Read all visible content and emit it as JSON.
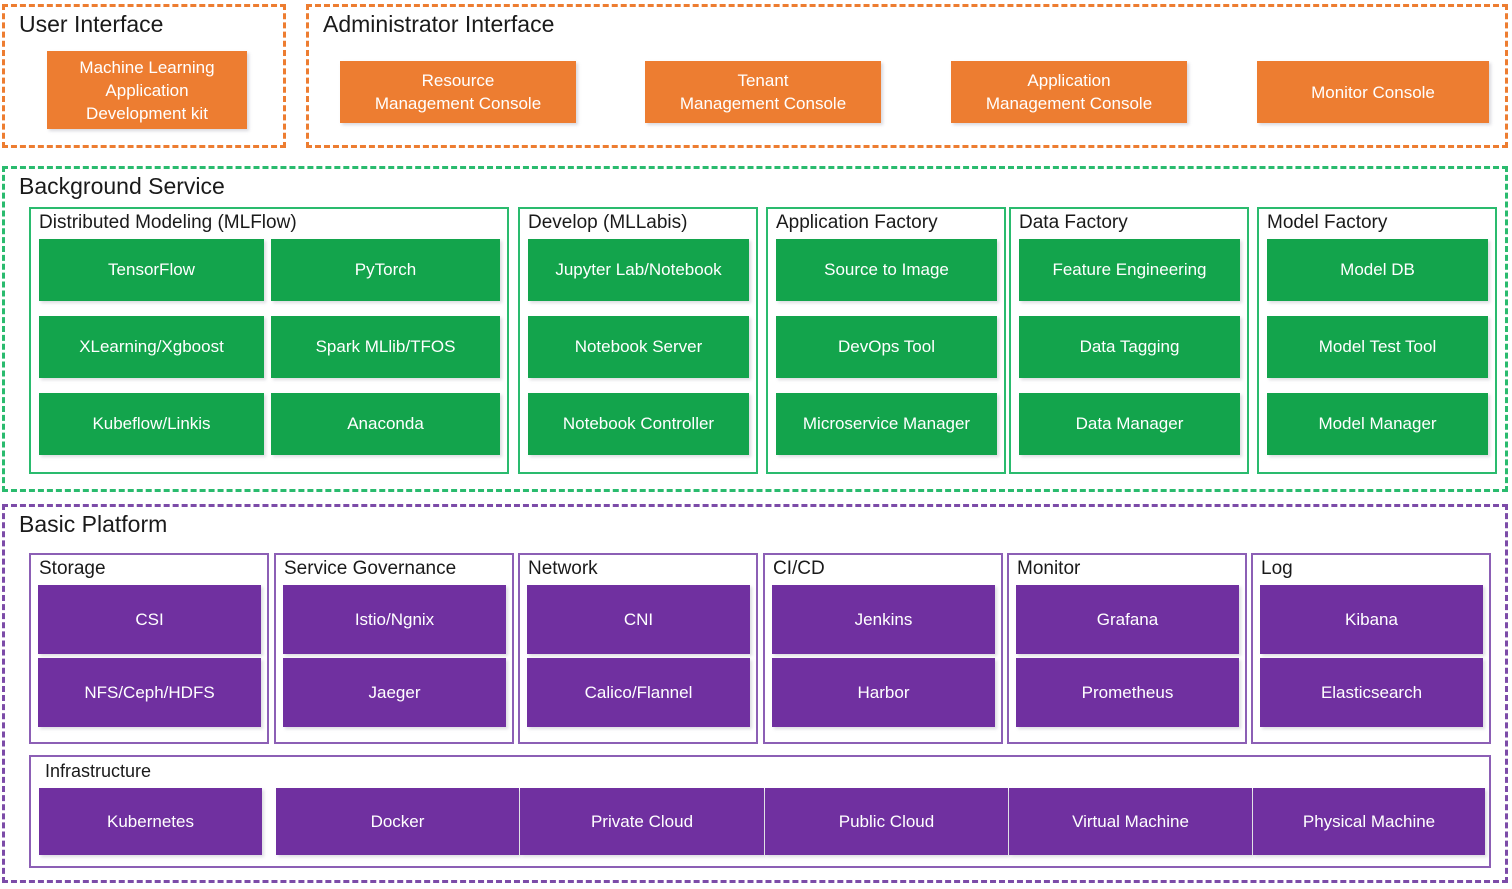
{
  "colors": {
    "orange": "#ED7D31",
    "green": "#13A44C",
    "green_border": "#2ABB6E",
    "purple": "#7030A0",
    "purple_border": "#8C5FB5",
    "text_dark": "#1a1a1a",
    "tile_text": "#ffffff",
    "background": "#ffffff"
  },
  "bands": {
    "user_interface": {
      "title": "User Interface",
      "tiles": [
        {
          "label": "Machine Learning\nApplication\nDevelopment kit"
        }
      ]
    },
    "administrator_interface": {
      "title": "Administrator Interface",
      "tiles": [
        {
          "label": "Resource\nManagement Console"
        },
        {
          "label": "Tenant\nManagement Console"
        },
        {
          "label": "Application\nManagement Console"
        },
        {
          "label": "Monitor Console"
        }
      ]
    },
    "background_service": {
      "title": "Background Service",
      "groups": [
        {
          "title": "Distributed Modeling (MLFlow)",
          "columns": 2,
          "tiles": [
            "TensorFlow",
            "PyTorch",
            "XLearning/Xgboost",
            "Spark MLlib/TFOS",
            "Kubeflow/Linkis",
            "Anaconda"
          ]
        },
        {
          "title": "Develop (MLLabis)",
          "columns": 1,
          "tiles": [
            "Jupyter Lab/Notebook",
            "Notebook Server",
            "Notebook Controller"
          ]
        },
        {
          "title": "Application Factory",
          "columns": 1,
          "tiles": [
            "Source to Image",
            "DevOps Tool",
            "Microservice Manager"
          ]
        },
        {
          "title": "Data Factory",
          "columns": 1,
          "tiles": [
            "Feature Engineering",
            "Data Tagging",
            "Data Manager"
          ]
        },
        {
          "title": "Model Factory",
          "columns": 1,
          "tiles": [
            "Model DB",
            "Model Test Tool",
            "Model Manager"
          ]
        }
      ]
    },
    "basic_platform": {
      "title": "Basic Platform",
      "groups": [
        {
          "title": "Storage",
          "tiles": [
            "CSI",
            "NFS/Ceph/HDFS"
          ]
        },
        {
          "title": "Service Governance",
          "tiles": [
            "Istio/Ngnix",
            "Jaeger"
          ]
        },
        {
          "title": "Network",
          "tiles": [
            "CNI",
            "Calico/Flannel"
          ]
        },
        {
          "title": "CI/CD",
          "tiles": [
            "Jenkins",
            "Harbor"
          ]
        },
        {
          "title": "Monitor",
          "tiles": [
            "Grafana",
            "Prometheus"
          ]
        },
        {
          "title": "Log",
          "tiles": [
            "Kibana",
            "Elasticsearch"
          ]
        }
      ],
      "infrastructure": {
        "title": "Infrastructure",
        "tiles": [
          "Kubernetes",
          "Docker",
          "Private Cloud",
          "Public Cloud",
          "Virtual Machine",
          "Physical Machine"
        ]
      }
    }
  }
}
